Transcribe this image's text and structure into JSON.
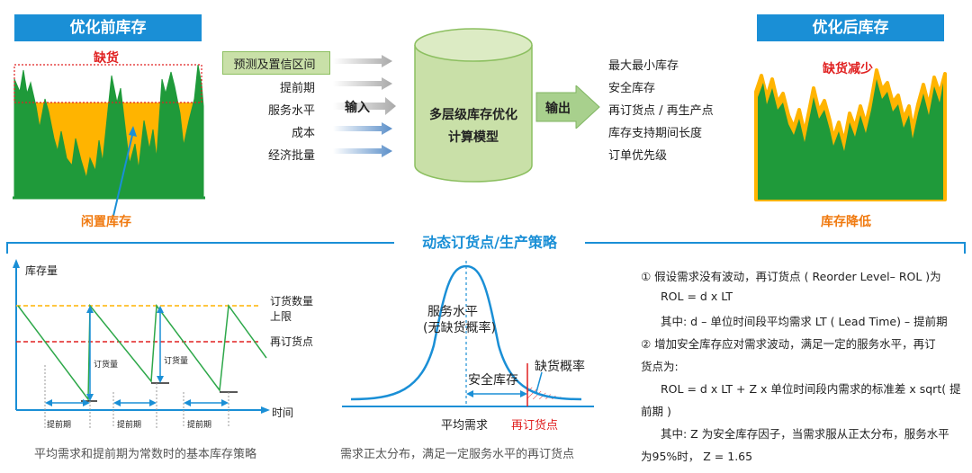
{
  "before": {
    "header": "优化前库存",
    "stockout_label": "缺货",
    "idle_label": "闲置库存"
  },
  "after": {
    "header": "优化后库存",
    "stockout_label": "缺货减少",
    "reduce_label": "库存降低"
  },
  "inputs": [
    "预测及置信区间",
    "提前期",
    "服务水平",
    "成本",
    "经济批量"
  ],
  "input_arrow_label": "输入",
  "model": {
    "line1": "多层级库存优化",
    "line2": "计算模型"
  },
  "output_arrow_label": "输出",
  "outputs": [
    "最大最小库存",
    "安全库存",
    "再订货点 / 再生产点",
    "库存支持期间长度",
    "订单优先级"
  ],
  "section_title": "动态订货点/生产策略",
  "sawtooth": {
    "y_axis": "库存量",
    "x_axis": "时间",
    "upper_limit_1": "订货数量",
    "upper_limit_2": "上限",
    "reorder_point": "再订货点",
    "order_qty": "订货量",
    "lead_time": "提前期",
    "caption": "平均需求和提前期为常数时的基本库存策略"
  },
  "normal": {
    "service_level": "服务水平",
    "no_stockout": "(无缺货概率)",
    "safety_stock": "安全库存",
    "stockout_prob": "缺货概率",
    "avg_demand": "平均需求",
    "reorder_point": "再订货点",
    "caption": "需求正太分布，满足一定服务水平的再订货点"
  },
  "notes": [
    "① 假设需求没有波动，再订货点 ( Reorder Level– ROL )为",
    "ROL = d x LT",
    "其中: d – 单位时间段平均需求  LT ( Lead Time) – 提前期",
    "② 增加安全库存应对需求波动，满足一定的服务水平，再订",
    "货点为:",
    "ROL = d x LT + Z x 单位时间段内需求的标准差 x sqrt( 提",
    "前期 )",
    "其中: Z 为安全库存因子，当需求服从正太分布，服务水平",
    "为95%时， Z = 1.65"
  ],
  "colors": {
    "blue": "#1a8fd6",
    "green": "#1f9a3a",
    "orange": "#ffb400",
    "red": "#e02020",
    "olive": "#c9e0a8"
  }
}
